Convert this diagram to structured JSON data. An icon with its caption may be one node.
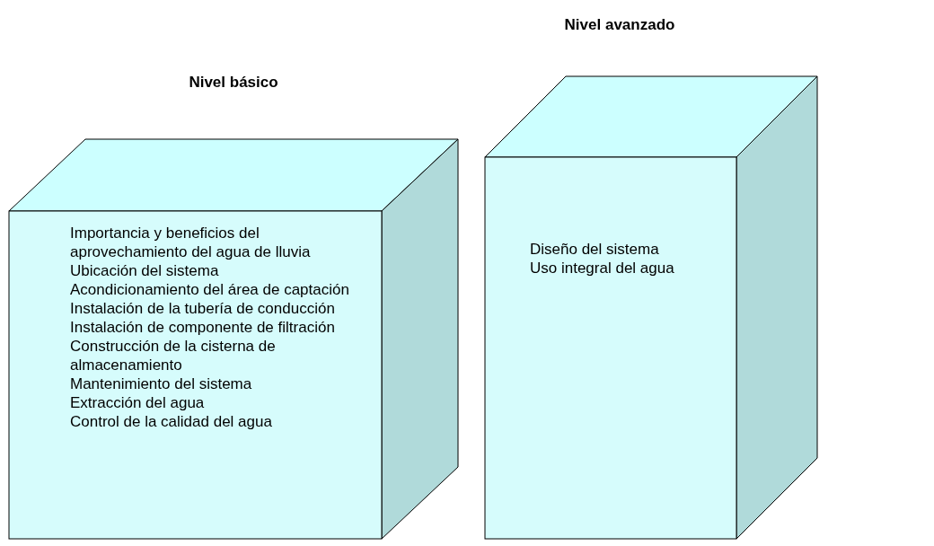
{
  "diagram": {
    "nodes": [
      {
        "text": [
          "Nivel básico",
          "Importancia y beneficios del aprovechamiento del agua de lluvia",
          "Ubicación del sistema",
          "Acondicionamiento del área de captación",
          "Instalación de la tubería de conducción",
          "Instalación de componente de filtración",
          "Construcción de la cisterna de almacenamiento",
          "Mantenimiento del sistema",
          "Extracción del agua",
          "Control de la calidad del agua"
        ]
      },
      {
        "text": [
          "Nivel avanzado",
          "Diseño del sistema",
          "Uso integral del agua"
        ]
      }
    ]
  }
}
